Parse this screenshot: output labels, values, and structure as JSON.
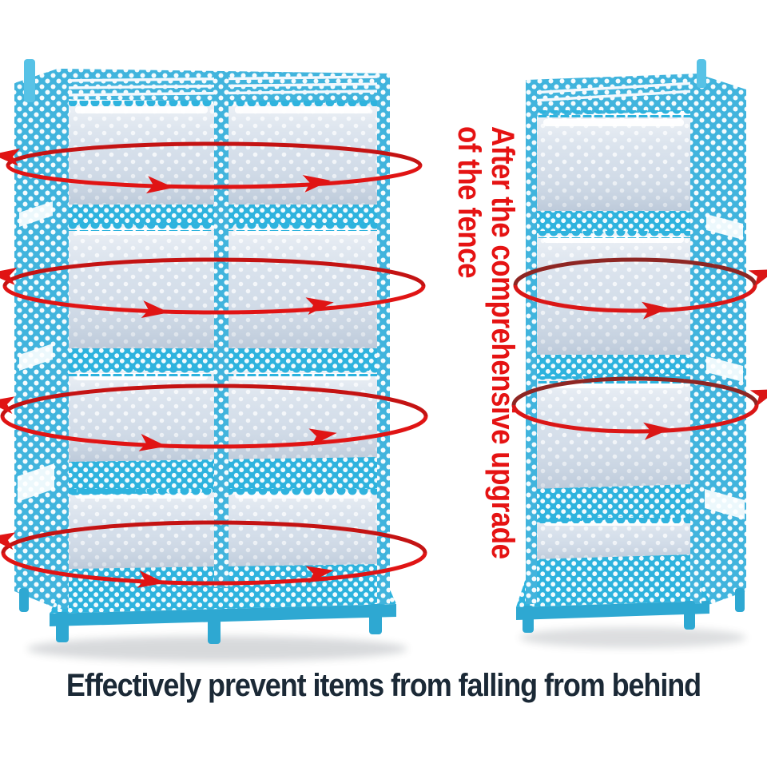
{
  "page": {
    "background_color": "#ffffff"
  },
  "captions": {
    "side_line1": "After the comprehensive upgrade",
    "side_line2": "of the fence",
    "side_color": "#e51313",
    "bottom": "Effectively prevent items from falling from behind",
    "bottom_color": "#1b2936"
  },
  "illustration": {
    "arrow_color": "#da1616",
    "arrow_top_arc_color": "#8e2623",
    "shelf_fabric_color": "#41b4dd",
    "shelf_surface_color": "#2eb3de",
    "shelf_panel_color": "#d3dde9",
    "left_shelf": {
      "kind": "two-column-four-tier-cube-shelf",
      "columns": 2,
      "tiers": 4,
      "rotation_rings": 4
    },
    "right_shelf": {
      "kind": "single-column-four-tier-cube-shelf",
      "columns": 1,
      "tiers": 4,
      "rotation_rings": 2
    }
  }
}
